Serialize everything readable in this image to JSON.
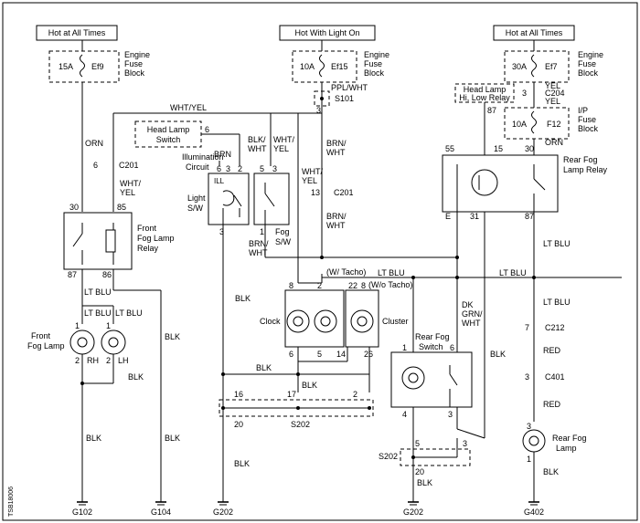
{
  "headers": {
    "hot_left": "Hot at All Times",
    "hot_mid": "Hot With Light On",
    "hot_right": "Hot at All Times"
  },
  "fuses": {
    "ef9": {
      "amp": "15A",
      "name": "Ef9",
      "block_l1": "Engine",
      "block_l2": "Fuse",
      "block_l3": "Block"
    },
    "ef15": {
      "amp": "10A",
      "name": "Ef15",
      "block_l1": "Engine",
      "block_l2": "Fuse",
      "block_l3": "Block"
    },
    "ef7": {
      "amp": "30A",
      "name": "Ef7",
      "block_l1": "Engine",
      "block_l2": "Fuse",
      "block_l3": "Block"
    },
    "f12": {
      "amp": "10A",
      "name": "F12",
      "block_l1": "I/P",
      "block_l2": "Fuse",
      "block_l3": "Block"
    }
  },
  "components": {
    "head_lamp_switch_l1": "Head Lamp",
    "head_lamp_switch_l2": "Switch",
    "illum_l1": "Illumination",
    "illum_l2": "Circuit",
    "light_sw_l1": "Light",
    "light_sw_l2": "S/W",
    "ill": "ILL",
    "fog_sw_l1": "Fog",
    "fog_sw_l2": "S/W",
    "front_relay_l1": "Front",
    "front_relay_l2": "Fog Lamp",
    "front_relay_l3": "Relay",
    "rear_relay_l1": "Rear Fog",
    "rear_relay_l2": "Lamp Relay",
    "head_lamp_relay_l1": "Head Lamp",
    "head_lamp_relay_l2": "Hi, Low Relay",
    "front_fog_lamp_l1": "Front",
    "front_fog_lamp_l2": "Fog Lamp",
    "rh": "RH",
    "lh": "LH",
    "clock": "Clock",
    "cluster": "Cluster",
    "w_tacho": "(W/ Tacho)",
    "wo_tacho": "(W/o Tacho)",
    "rear_fog_switch_l1": "Rear Fog",
    "rear_fog_switch_l2": "Switch",
    "rear_fog_lamp_l1": "Rear Fog",
    "rear_fog_lamp_l2": "Lamp",
    "s101": "S101",
    "s202": "S202",
    "c201": "C201",
    "c204": "C204",
    "c212": "C212",
    "c401": "C401"
  },
  "wires": {
    "orn": "ORN",
    "ppl_wht": "PPL/WHT",
    "wht_yel": "WHT/YEL",
    "wht": "WHT/",
    "yel": "YEL",
    "blk_wht_l1": "BLK/",
    "blk_wht_l2": "WHT",
    "brn": "BRN",
    "brn_wht_l1": "BRN/",
    "brn_wht_l2": "WHT",
    "lt_blu": "LT BLU",
    "blk": "BLK",
    "red": "RED",
    "dk_grn_wht_l1": "DK",
    "dk_grn_wht_l2": "GRN/",
    "dk_grn_wht_l3": "WHT"
  },
  "pins": {
    "p1": "1",
    "p2": "2",
    "p3": "3",
    "p4": "4",
    "p5": "5",
    "p6": "6",
    "p7": "7",
    "p8": "8",
    "p13": "13",
    "p14": "14",
    "p15": "15",
    "p16": "16",
    "p17": "17",
    "p20": "20",
    "p22": "22",
    "p26": "26",
    "p30": "30",
    "p31": "31",
    "p55": "55",
    "p85": "85",
    "p86": "86",
    "p87": "87",
    "pe": "E"
  },
  "grounds": {
    "g102": "G102",
    "g104": "G104",
    "g202a": "G202",
    "g202b": "G202",
    "g402": "G402"
  },
  "side_code": "TSB18006"
}
